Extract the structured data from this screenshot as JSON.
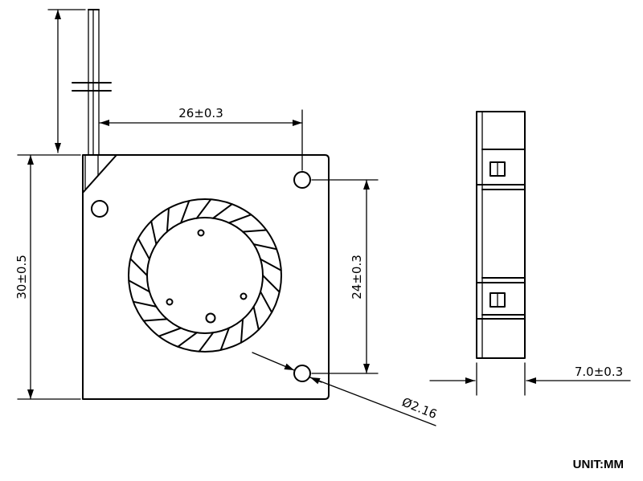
{
  "dimensions": {
    "width": "26±0.3",
    "height": "30±0.5",
    "hole_spacing": "24±0.3",
    "hole_diameter": "Ø2.16",
    "thickness": "7.0±0.3"
  },
  "unit_label": "UNIT:MM"
}
